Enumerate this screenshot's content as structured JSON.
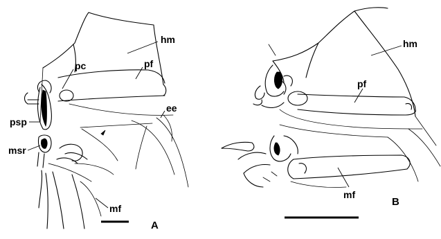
{
  "panel_a": {
    "panel_label": "A",
    "labels": {
      "hm": "hm",
      "pf": "pf",
      "pc": "pc",
      "psp": "psp",
      "msr": "msr",
      "ee": "ee",
      "mf": "mf"
    }
  },
  "panel_b": {
    "panel_label": "B",
    "labels": {
      "hm": "hm",
      "pf": "pf",
      "mf": "mf"
    }
  },
  "colors": {
    "ink": "#000000",
    "background": "#ffffff"
  }
}
